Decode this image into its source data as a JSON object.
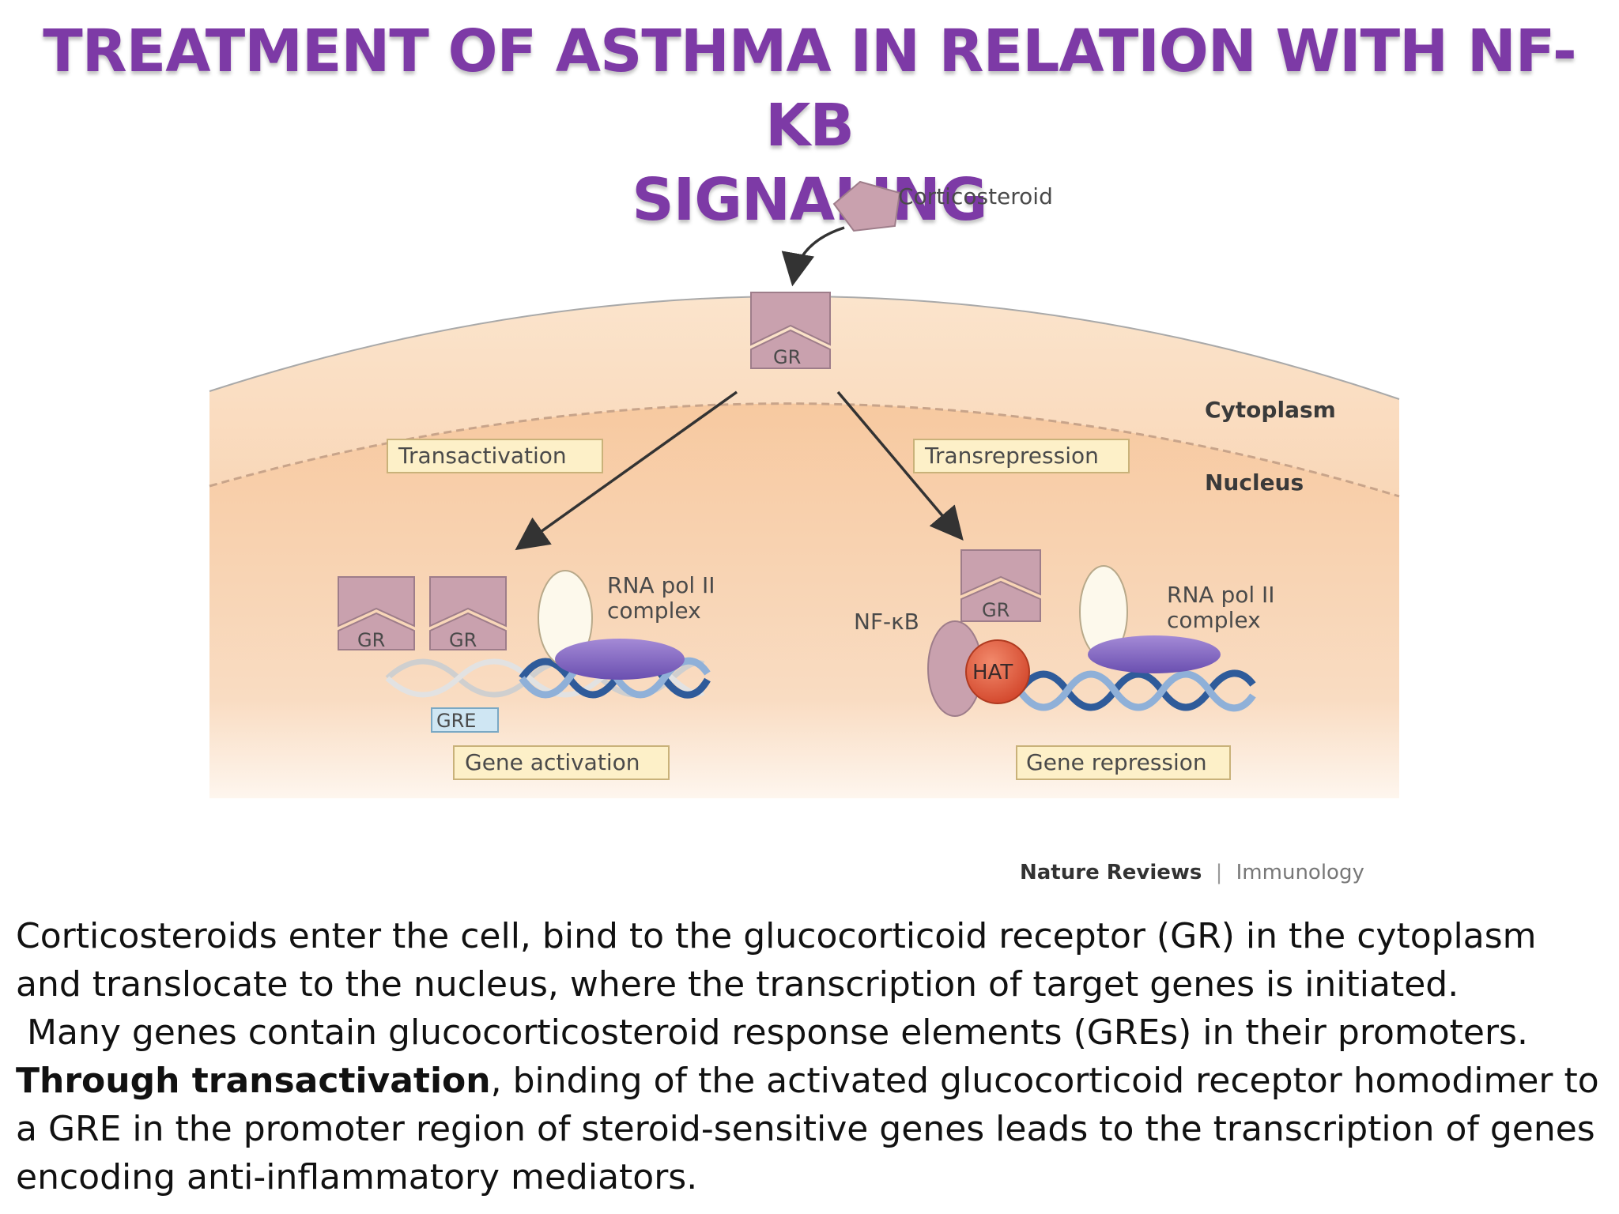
{
  "title": {
    "line1": "TREATMENT OF ASTHMA IN RELATION WITH NF-KB",
    "line2": "SIGNALING"
  },
  "diagram": {
    "corticosteroid_label": "Corticosteroid",
    "gr_label": "GR",
    "cytoplasm_label": "Cytoplasm",
    "nucleus_label": "Nucleus",
    "transactivation_label": "Transactivation",
    "transrepression_label": "Transrepression",
    "rna_pol_line1": "RNA pol II",
    "rna_pol_line2": "complex",
    "gre_label": "GRE",
    "nfkb_label": "NF-κB",
    "hat_label": "HAT",
    "gene_activation_label": "Gene activation",
    "gene_repression_label": "Gene repression",
    "source_journal": "Nature Reviews",
    "source_separator": "|",
    "source_section": "Immunology",
    "colors": {
      "cell_fill": "#f8d5b4",
      "gr_fill": "#c9a1ae",
      "polymerase_fill": "#8a6cc4",
      "hat_fill": "#e25a3c",
      "dna_dark": "#2f5b9a",
      "dna_light": "#8fb0d8",
      "label_box_fill": "#fdf0c8",
      "gre_box_fill": "#cfe6f3"
    }
  },
  "body": {
    "paragraph1": "Corticosteroids enter the cell, bind to the glucocorticoid receptor (GR) in the cytoplasm and translocate to the nucleus, where the transcription of target genes is initiated.",
    "paragraph2_start": " Many genes contain glucocorticosteroid response elements (GREs) in their promoters. ",
    "paragraph2_bold": "Through transactivation",
    "paragraph2_end": ", binding of the activated glucocorticoid receptor homodimer to a GRE in the promoter region of steroid-sensitive genes leads to the transcription of genes encoding anti-inflammatory mediators."
  }
}
